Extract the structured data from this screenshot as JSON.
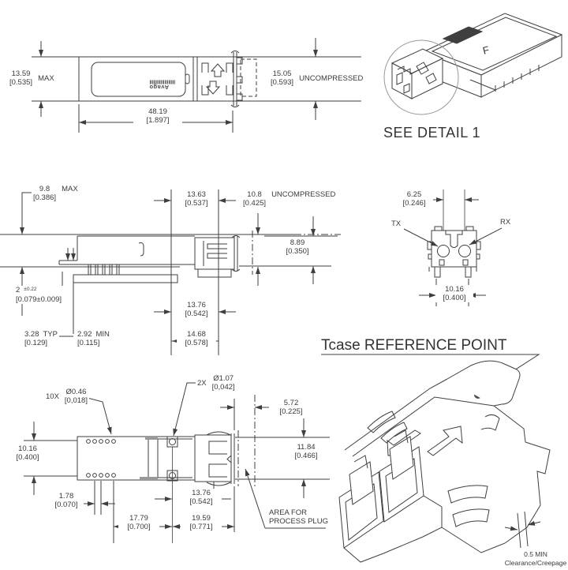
{
  "side_view": {
    "height": {
      "mm": "13.59",
      "in": "[0.535]",
      "suffix": "MAX"
    },
    "length": {
      "mm": "48.19",
      "in": "[1.897]"
    },
    "bail_height": {
      "mm": "15.05",
      "in": "[0.593]",
      "suffix": "UNCOMPRESSED"
    },
    "label_logo": "Avago"
  },
  "detail_callout": {
    "caption": "SEE DETAIL 1",
    "marking": "F"
  },
  "profile_view": {
    "height_max": {
      "mm": "9.8",
      "in": "[0.386]",
      "suffix": "MAX"
    },
    "dim_13_63": {
      "mm": "13.63",
      "in": "[0.537]"
    },
    "dim_10_8": {
      "mm": "10.8",
      "in": "[0.425]",
      "suffix": "UNCOMPRESSED"
    },
    "dim_8_89": {
      "mm": "8.89",
      "in": "[0.350]"
    },
    "pin_standoff": {
      "mm": "2",
      "tol": "±0.22",
      "in": "[0.079±0.009]"
    },
    "dim_3_28": {
      "mm": "3.28",
      "suffix": "TYP",
      "in": "[0.129]"
    },
    "dim_2_92": {
      "mm": "2.92",
      "suffix": "MIN",
      "in": "[0.115]"
    },
    "dim_13_76": {
      "mm": "13.76",
      "in": "[0.542]"
    },
    "dim_14_68": {
      "mm": "14.68",
      "in": "[0.578]"
    }
  },
  "front_view": {
    "tx_label": "TX",
    "rx_label": "RX",
    "dim_6_25": {
      "mm": "6.25",
      "in": "[0.246]"
    },
    "dim_10_16": {
      "mm": "10.16",
      "in": "[0.400]"
    }
  },
  "bottom_view": {
    "holes_small": {
      "qty": "10X",
      "dia": "Ø0.46",
      "in": "[0,018]"
    },
    "holes_large": {
      "qty": "2X",
      "dia": "Ø1.07",
      "in": "[0,042]"
    },
    "dim_5_72": {
      "mm": "5.72",
      "in": "[0.225]"
    },
    "dim_10_16": {
      "mm": "10.16",
      "in": "[0.400]"
    },
    "dim_11_84": {
      "mm": "11.84",
      "in": "[0.466]"
    },
    "dim_1_78": {
      "mm": "1.78",
      "in": "[0.070]"
    },
    "dim_17_79": {
      "mm": "17.79",
      "in": "[0.700]"
    },
    "dim_13_76": {
      "mm": "13.76",
      "in": "[0.542]"
    },
    "dim_19_59": {
      "mm": "19.59",
      "in": "[0.771]"
    },
    "note_line1": "AREA FOR",
    "note_line2": "PROCESS PLUG"
  },
  "detail_view": {
    "title": "Tcase REFERENCE POINT",
    "clearance_line1": "0.5 MIN",
    "clearance_line2": "Clearance/Creepage"
  }
}
